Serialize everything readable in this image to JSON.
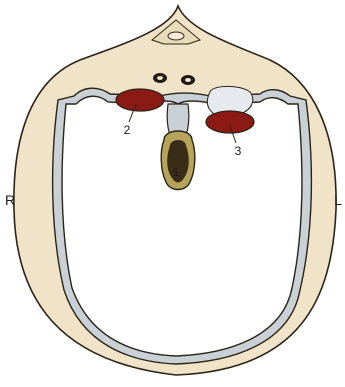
{
  "diagram": {
    "labels": {
      "side_right": "R",
      "side_left": "L",
      "structure_1": "1",
      "structure_2": "2",
      "structure_3": "3"
    },
    "colors": {
      "skull_fill": "#f1e3c8",
      "outline": "#2a2418",
      "membrane": "#c9d1d6",
      "cavity_red": "#8c1a14",
      "sac_fill": "#b5a45a",
      "interior": "#ffffff"
    }
  }
}
